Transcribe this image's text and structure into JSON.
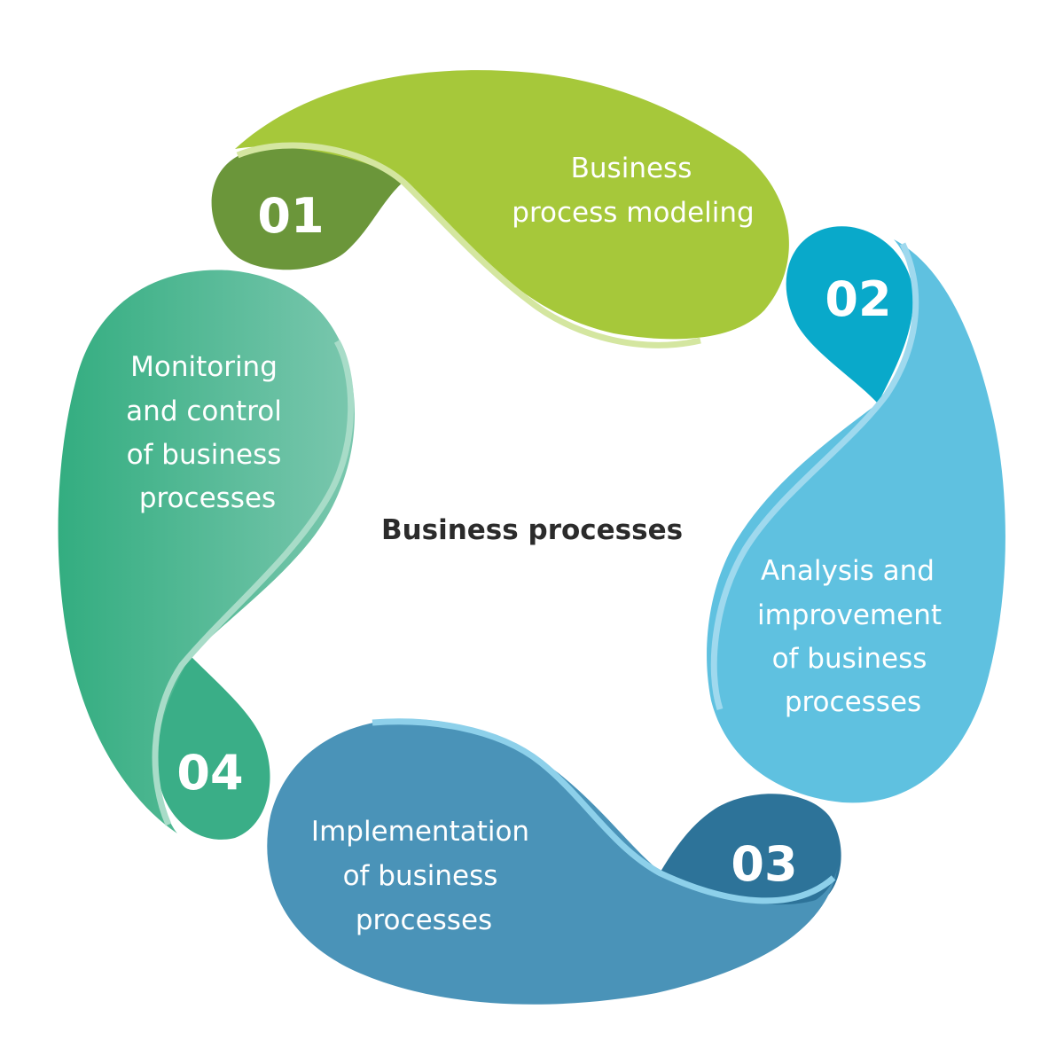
{
  "diagram": {
    "center_title": "Business processes",
    "steps": [
      {
        "number": "01",
        "label_lines": [
          "Business",
          "process modeling"
        ],
        "color_main": "#a6c83a",
        "color_dark": "#6b963a",
        "color_edge": "#d4e6a0"
      },
      {
        "number": "02",
        "label_lines": [
          "Analysis and",
          "improvement",
          "of business",
          "processes"
        ],
        "color_main": "#5fc1e0",
        "color_dark": "#09a9ca",
        "color_edge": "#9fd9ee"
      },
      {
        "number": "03",
        "label_lines": [
          "Implementation",
          "of business",
          "processes"
        ],
        "color_main": "#4a93b8",
        "color_dark": "#2d7399",
        "color_edge": "#8dd0ea"
      },
      {
        "number": "04",
        "label_lines": [
          "Monitoring",
          "and control",
          "of business",
          "processes"
        ],
        "color_main": "#3aaf83",
        "color_dark": "#3aae87",
        "color_edge": "#a8dcc8"
      }
    ]
  }
}
